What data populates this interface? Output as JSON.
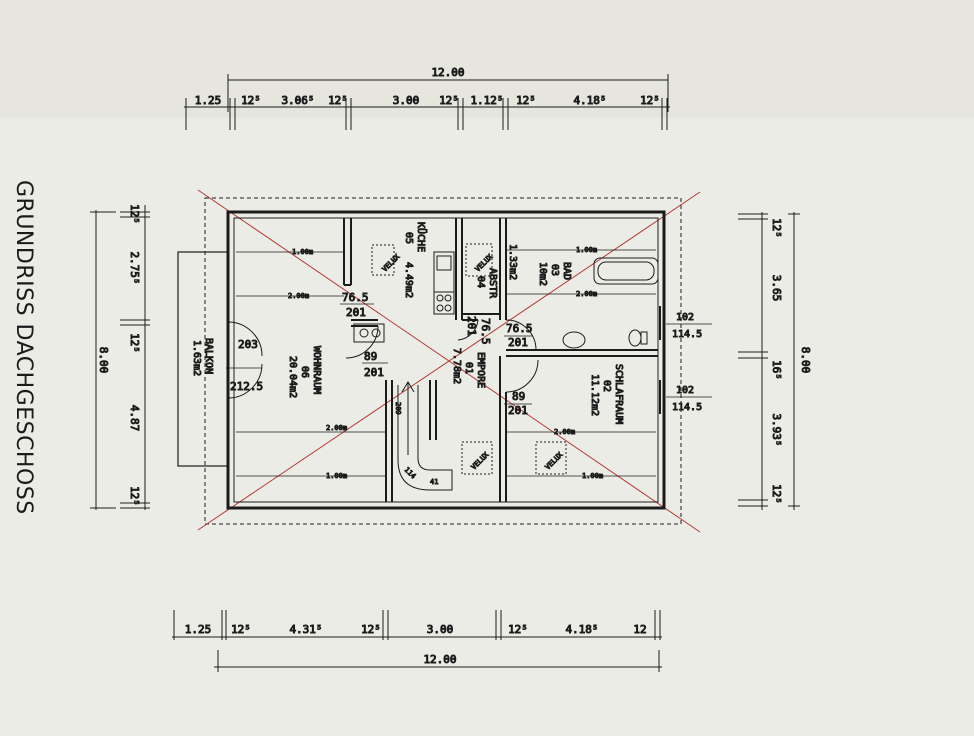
{
  "title": "GRUNDRISS DACHGESCHOSS",
  "dim_top_total": "12.00",
  "dim_top": [
    "1.25",
    "12⁵",
    "3.06⁵",
    "12⁵",
    "3.00",
    "12⁵",
    "1.12⁵",
    "12⁵",
    "4.18⁵",
    "12⁵"
  ],
  "dim_bottom_total": "12.00",
  "dim_bottom": [
    "1.25",
    "12⁵",
    "4.31⁵",
    "12⁵",
    "3.00",
    "12⁵",
    "4.18⁵",
    "12"
  ],
  "dim_left_total": "8.00",
  "dim_left": [
    "12⁵",
    "2.75⁵",
    "12⁵",
    "4.87",
    "12⁵"
  ],
  "dim_right_total": "8.00",
  "dim_right": [
    "12⁵",
    "3.65",
    "16⁵",
    "3.93⁵",
    "12⁵"
  ],
  "rooms": {
    "kueche": {
      "name": "KÜCHE",
      "num": "05",
      "area": "4.49m2"
    },
    "abstr": {
      "name": "ABSTR",
      "num": "04",
      "area": "1.33m2"
    },
    "bad": {
      "name": "BAD",
      "num": "03",
      "area": "10m2"
    },
    "wohnraum": {
      "name": "WOHNRAUM",
      "num": "06",
      "area": "20.04m2"
    },
    "empore": {
      "name": "EMPORE",
      "num": "01",
      "area": "7.78m2"
    },
    "schlafraum": {
      "name": "SCHLAFRAUM",
      "num": "02",
      "area": "11.12m2"
    },
    "balkon": {
      "name": "BALKON",
      "area": "1.63m2"
    }
  },
  "openings": {
    "balkon_door_w": "203",
    "balkon_door_h": "212.5",
    "kitchen_door_w": "76.5",
    "kitchen_door_h": "201",
    "kitchen_open_w": "89",
    "kitchen_open_h": "201",
    "abstr_door_w": "76.5",
    "abstr_door_h": "201",
    "bad_door_w": "76.5",
    "bad_door_h": "201",
    "schlaf_door_w": "89",
    "schlaf_door_h": "201",
    "win_right_1_w": "102",
    "win_right_1_h": "114.5",
    "win_right_2_w": "102",
    "win_right_2_h": "114.5",
    "stair_w": "209",
    "stair_run": "114",
    "stair_steps": "41"
  },
  "roof_lines": {
    "h100": "1.00m",
    "h200": "2.00m"
  },
  "skylight_label": "VELUX"
}
